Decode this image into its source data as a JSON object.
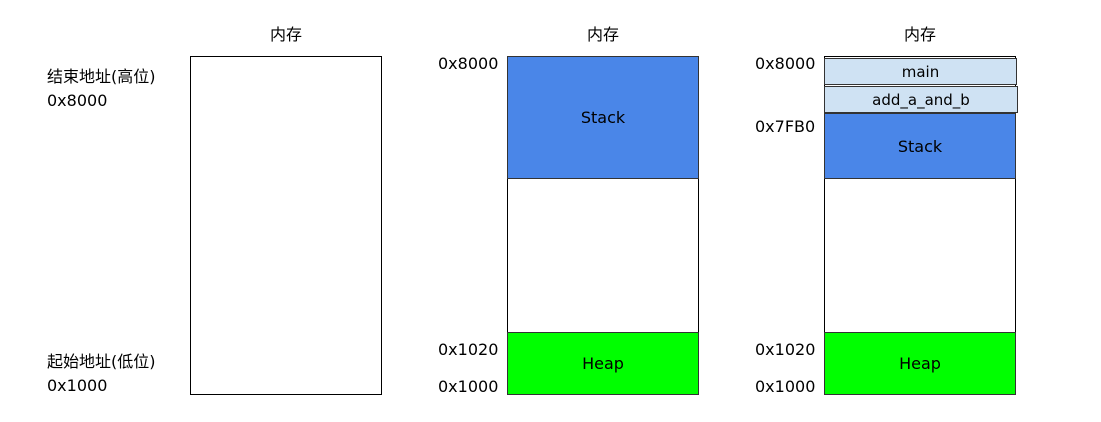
{
  "colors": {
    "stack": "#4a86e8",
    "heap": "#00ff00",
    "frame": "#cfe2f3",
    "empty": "#ffffff"
  },
  "panel1": {
    "title": "内存",
    "end_label": "结束地址(高位)",
    "end_addr": "0x8000",
    "start_label": "起始地址(低位)",
    "start_addr": "0x1000"
  },
  "panel2": {
    "title": "内存",
    "addr_top": "0x8000",
    "addr_heap_top": "0x1020",
    "addr_bottom": "0x1000",
    "stack_label": "Stack",
    "heap_label": "Heap"
  },
  "panel3": {
    "title": "内存",
    "addr_top": "0x8000",
    "addr_sp": "0x7FB0",
    "addr_heap_top": "0x1020",
    "addr_bottom": "0x1000",
    "frames": [
      "main",
      "add_a_and_b"
    ],
    "stack_label": "Stack",
    "heap_label": "Heap"
  }
}
